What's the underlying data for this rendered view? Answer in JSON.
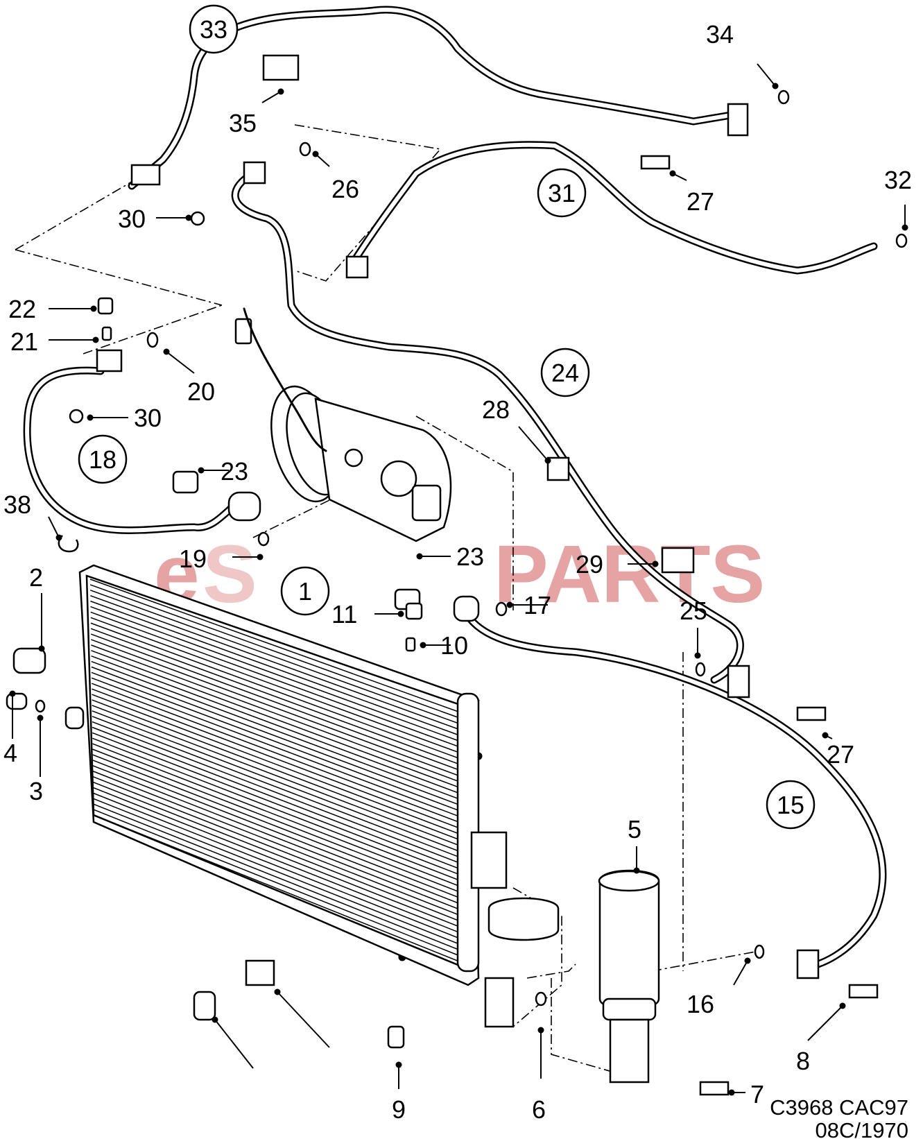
{
  "diagram": {
    "watermark": {
      "prefix": "e",
      "middle": "S",
      "suffix": "PARTS",
      "color_main": "#e6a3a3",
      "color_accent": "#efc7c7"
    },
    "reference": {
      "line1": "C3968 CAC97",
      "line2": "08C/1970"
    },
    "circled_labels": [
      "33",
      "31",
      "24",
      "18",
      "1",
      "15"
    ],
    "callouts": [
      "34",
      "35",
      "26",
      "27",
      "32",
      "30",
      "22",
      "21",
      "20",
      "30",
      "28",
      "23",
      "38",
      "19",
      "23",
      "29",
      "2",
      "11",
      "17",
      "25",
      "10",
      "4",
      "3",
      "27",
      "5",
      "16",
      "8",
      "9",
      "6",
      "7"
    ]
  }
}
